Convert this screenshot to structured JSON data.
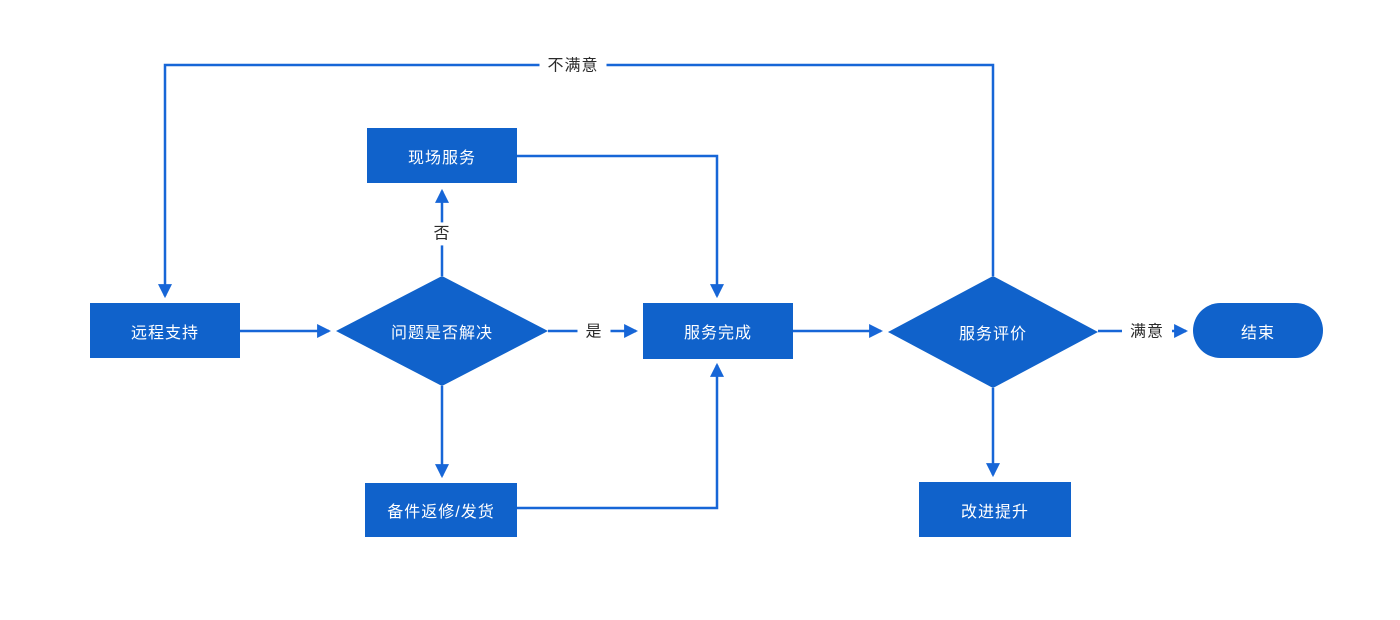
{
  "colors": {
    "node_fill": "#1062cb",
    "connector": "#1766d7",
    "node_text": "#ffffff",
    "edge_label_text": "#2b2b2b",
    "background": "#ffffff"
  },
  "flowchart": {
    "nodes": {
      "remote_support": {
        "label": "远程支持",
        "shape": "rect"
      },
      "onsite_service": {
        "label": "现场服务",
        "shape": "rect"
      },
      "problem_solved": {
        "label": "问题是否解决",
        "shape": "diamond"
      },
      "service_complete": {
        "label": "服务完成",
        "shape": "rect"
      },
      "spare_parts": {
        "label": "备件返修/发货",
        "shape": "rect"
      },
      "service_evaluation": {
        "label": "服务评价",
        "shape": "diamond"
      },
      "improvement": {
        "label": "改进提升",
        "shape": "rect"
      },
      "end": {
        "label": "结束",
        "shape": "pill"
      }
    },
    "edge_labels": {
      "not_satisfied": "不满意",
      "no": "否",
      "yes": "是",
      "satisfied": "满意"
    }
  }
}
